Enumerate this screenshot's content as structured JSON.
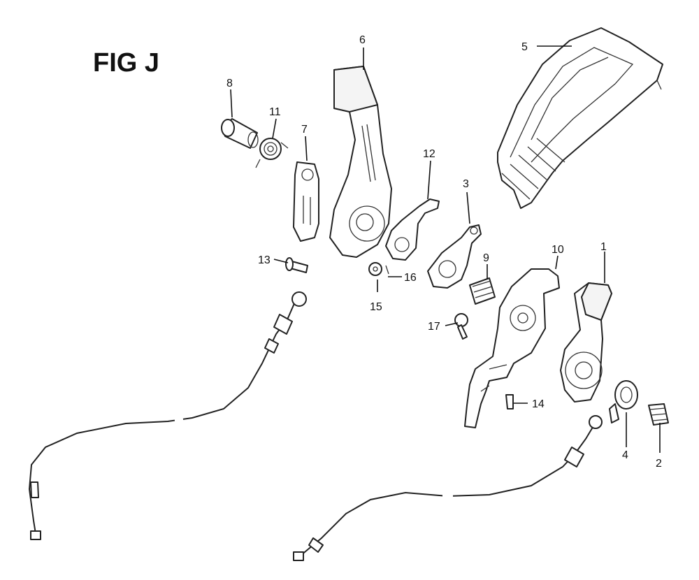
{
  "figure_title": "FIG J",
  "callouts": {
    "c1": "1",
    "c2": "2",
    "c3": "3",
    "c4": "4",
    "c5": "5",
    "c6": "6",
    "c7": "7",
    "c8": "8",
    "c9": "9",
    "c10": "10",
    "c11": "11",
    "c12": "12",
    "c13": "13",
    "c14": "14",
    "c15": "15",
    "c16": "16",
    "c17": "17"
  }
}
